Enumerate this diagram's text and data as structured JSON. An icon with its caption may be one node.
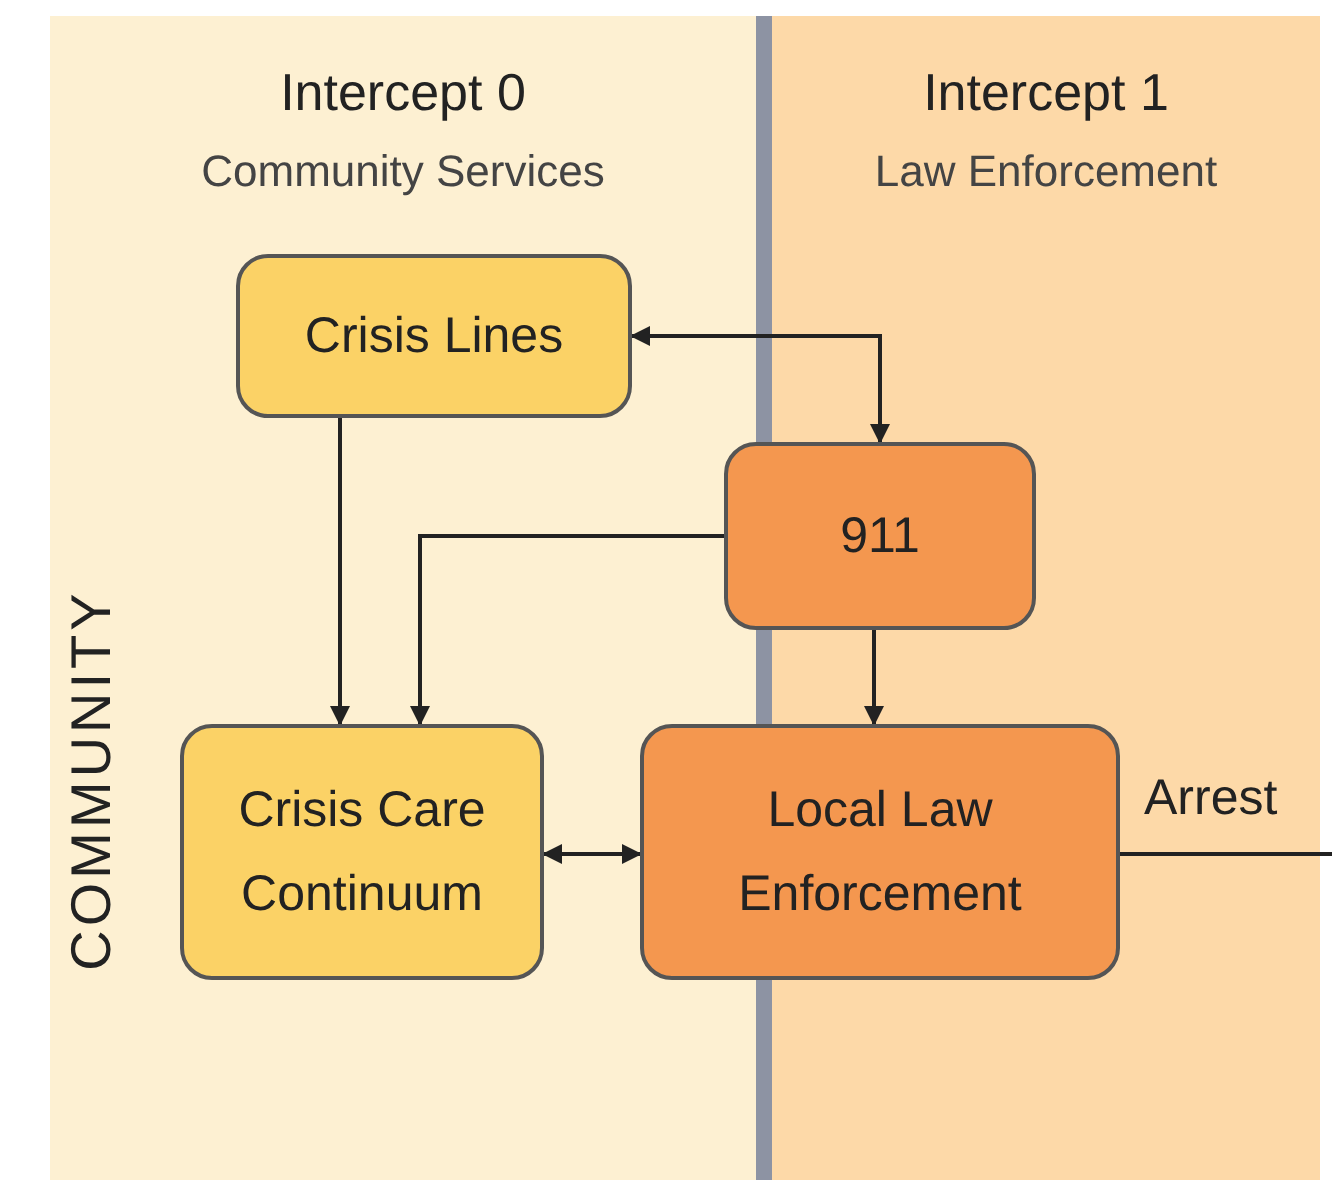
{
  "diagram": {
    "nodes": [
      {
        "text": [
          "Crisis Lines"
        ]
      },
      {
        "text": [
          "911"
        ]
      },
      {
        "text": [
          "Crisis Care Continuum"
        ]
      },
      {
        "text": [
          "Local Law Enforcement"
        ]
      }
    ],
    "edges": [
      {
        "from": 0,
        "to": 1,
        "arrow": "both"
      },
      {
        "from": 0,
        "to": 2,
        "arrow": "to"
      },
      {
        "from": 1,
        "to": 2,
        "arrow": "to"
      },
      {
        "from": 1,
        "to": 3,
        "arrow": "to"
      },
      {
        "from": 2,
        "to": 3,
        "arrow": "both"
      },
      {
        "from": 3,
        "to": null,
        "arrow": "none",
        "label": "Arrest"
      }
    ],
    "labels": [
      "Intercept 0",
      "Community Services",
      "Intercept 1",
      "Law Enforcement",
      "COMMUNITY"
    ]
  }
}
